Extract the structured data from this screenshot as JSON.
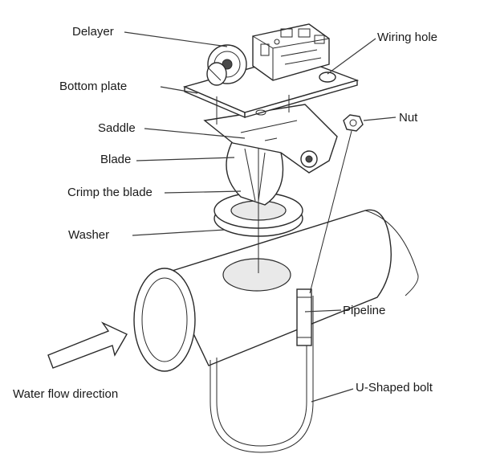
{
  "labels": {
    "delayer": "Delayer",
    "wiring_hole": "Wiring hole",
    "bottom_plate": "Bottom plate",
    "saddle": "Saddle",
    "nut": "Nut",
    "blade": "Blade",
    "crimp_blade": "Crimp the blade",
    "washer": "Washer",
    "pipeline": "Pipeline",
    "water_flow": "Water flow direction",
    "u_bolt": "U-Shaped bolt"
  },
  "colors": {
    "line": "#2a2a2a",
    "background": "#ffffff"
  }
}
